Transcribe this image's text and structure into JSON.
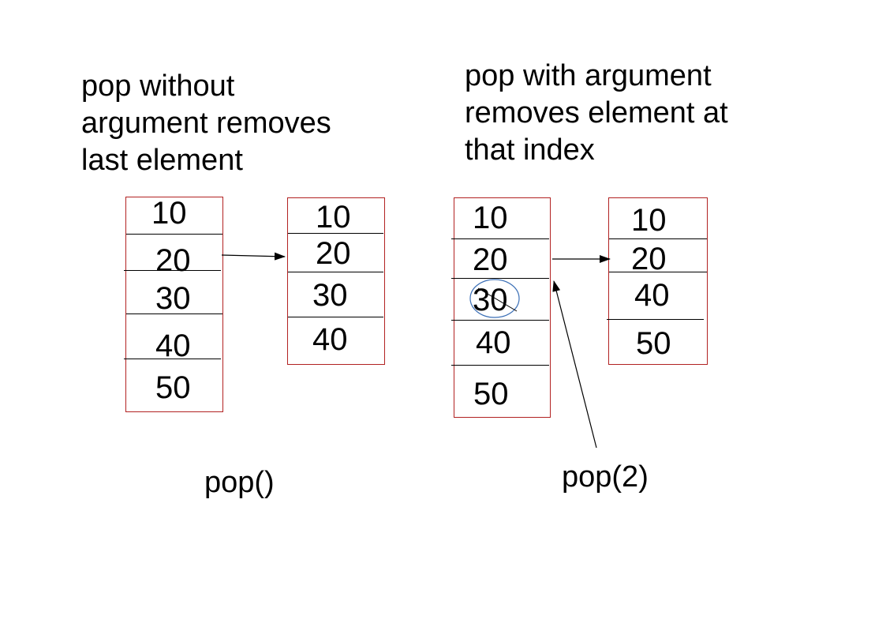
{
  "left_caption": {
    "lines": [
      "pop without",
      "argument removes",
      "last element"
    ]
  },
  "right_caption": {
    "lines": [
      "pop with argument",
      "removes element at",
      "that index"
    ]
  },
  "pop_no_arg": {
    "before": [
      "10",
      "20",
      "30",
      "40",
      "50"
    ],
    "after": [
      "10",
      "20",
      "30",
      "40"
    ],
    "call_label": "pop()"
  },
  "pop_with_arg": {
    "before": [
      "10",
      "20",
      "30",
      "40",
      "50"
    ],
    "removed_index": 2,
    "after": [
      "10",
      "20",
      "40",
      "50"
    ],
    "call_label": "pop(2)"
  },
  "colors": {
    "box_border": "#b22222",
    "removed_circle": "#3b6fb6",
    "text": "#000000"
  }
}
